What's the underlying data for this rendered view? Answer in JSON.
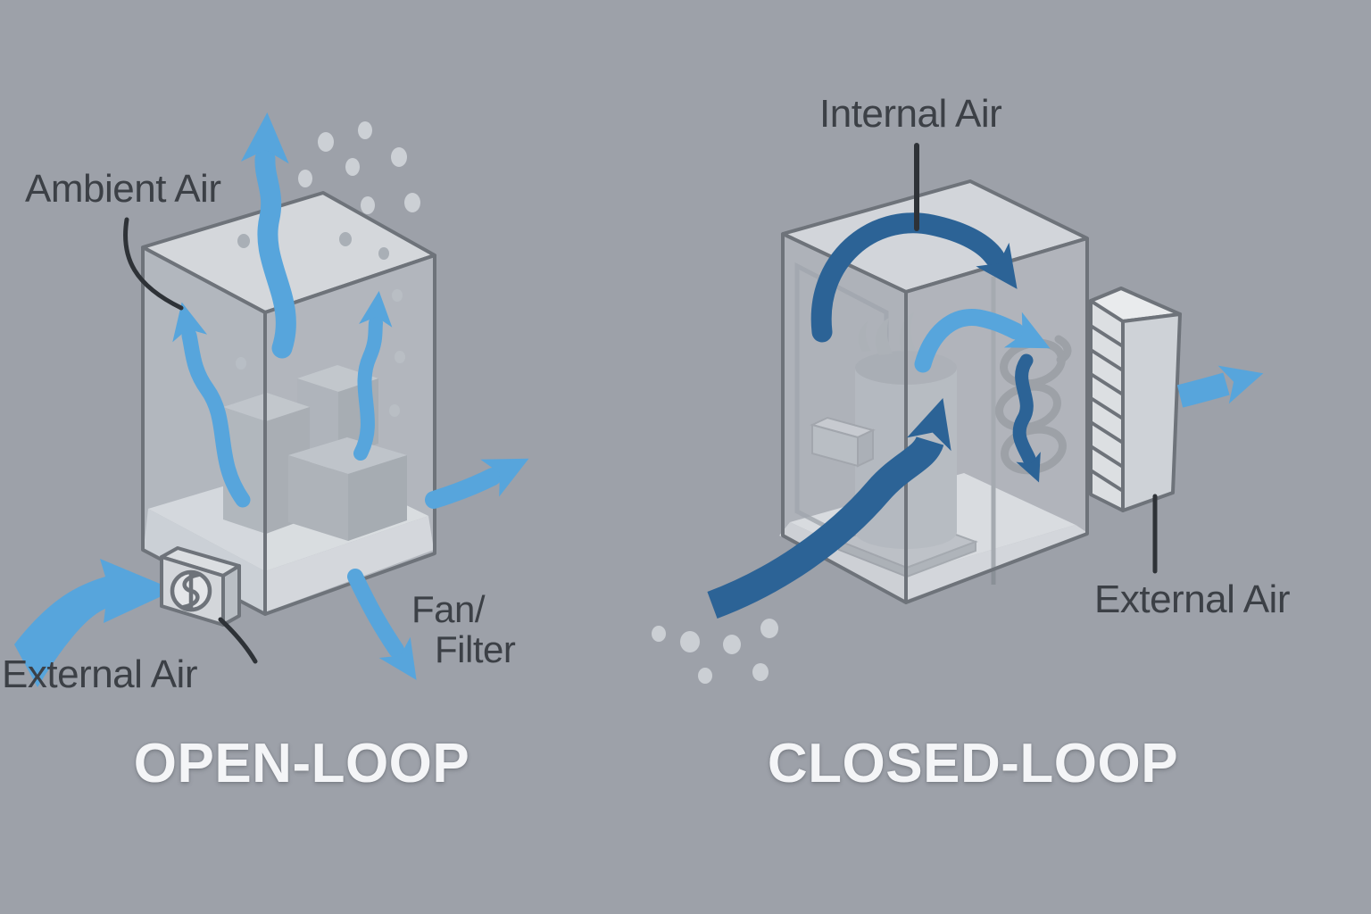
{
  "page": {
    "background_color": "#9da1a9",
    "description": "Comparison diagram of open-loop vs closed-loop enclosure cooling airflow"
  },
  "palette": {
    "light_blue_arrow": "#57a5dc",
    "dark_blue_arrow": "#2c6396",
    "outline_gray": "#6e737a",
    "label_text": "#3c4046",
    "title_text": "#f4f5f7"
  },
  "open_loop": {
    "title": "OPEN-LOOP",
    "ambient_air_label": "Ambient Air",
    "external_air_label": "External Air",
    "fan_filter_line1": "Fan/",
    "fan_filter_line2": "Filter"
  },
  "closed_loop": {
    "title": "CLOSED-LOOP",
    "internal_air_label": "Internal Air",
    "external_air_label": "External Air"
  }
}
